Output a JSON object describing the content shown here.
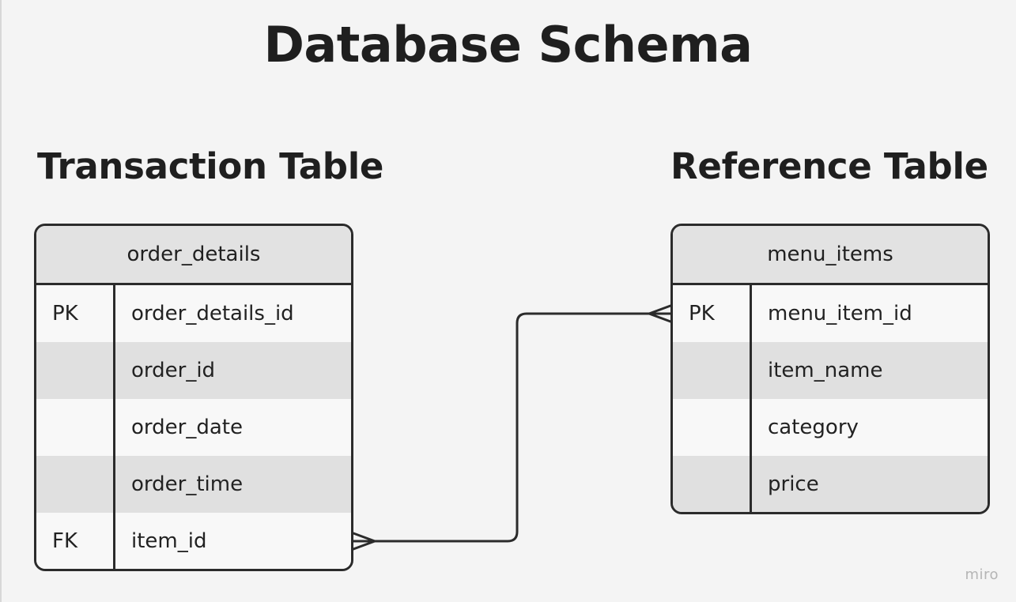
{
  "title": "Database Schema",
  "sections": {
    "left_label": "Transaction Table",
    "right_label": "Reference Table"
  },
  "tables": [
    {
      "name": "order_details",
      "rows": [
        {
          "key": "PK",
          "field": "order_details_id"
        },
        {
          "key": "",
          "field": "order_id"
        },
        {
          "key": "",
          "field": "order_date"
        },
        {
          "key": "",
          "field": "order_time"
        },
        {
          "key": "FK",
          "field": "item_id"
        }
      ]
    },
    {
      "name": "menu_items",
      "rows": [
        {
          "key": "PK",
          "field": "menu_item_id"
        },
        {
          "key": "",
          "field": "item_name"
        },
        {
          "key": "",
          "field": "category"
        },
        {
          "key": "",
          "field": "price"
        }
      ]
    }
  ],
  "relationship": {
    "from": "order_details.item_id",
    "to": "menu_items.menu_item_id",
    "cardinality": "many-to-many"
  },
  "watermark": "miro",
  "colors": {
    "background": "#f4f4f4",
    "table_border": "#2b2b2b",
    "header_fill": "#e2e2e2",
    "alt_row_fill": "#e0e0e0",
    "row_fill": "#f8f8f8",
    "text": "#1f1f1f",
    "watermark": "#b5b5b5"
  }
}
